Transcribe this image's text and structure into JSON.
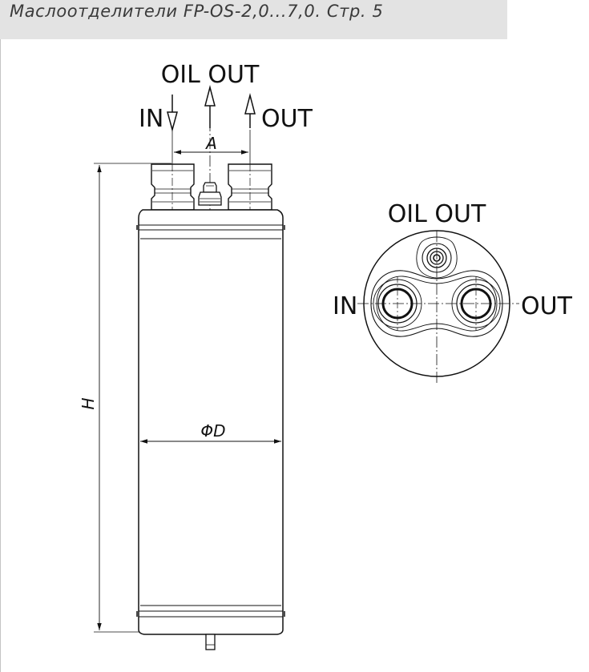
{
  "header": {
    "title": "Маслоотделители FP-OS-2,0...7,0. Стр. 5"
  },
  "side_view": {
    "label_oil_out": "OIL OUT",
    "label_in": "IN",
    "label_out": "OUT",
    "dim_a": "A",
    "dim_h": "H",
    "dim_d": "ΦD"
  },
  "top_view": {
    "label_oil_out": "OIL OUT",
    "label_in": "IN",
    "label_out": "OUT"
  }
}
